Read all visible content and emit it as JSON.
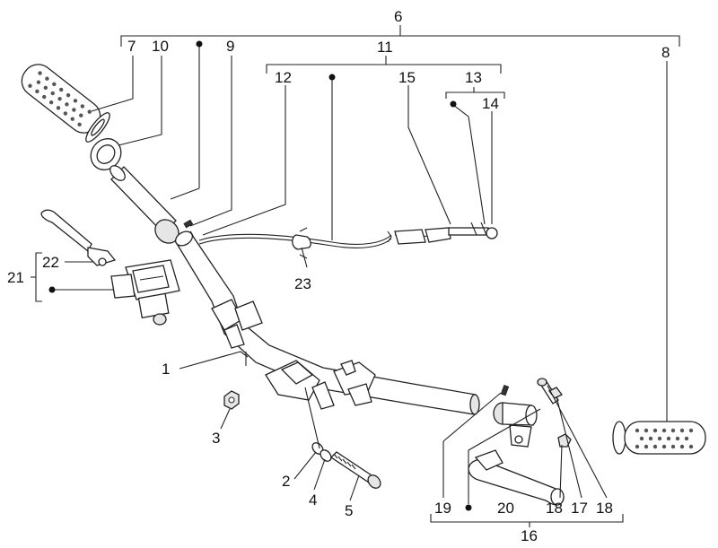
{
  "figure": {
    "labels": {
      "l1": "1",
      "l2": "2",
      "l3": "3",
      "l4": "4",
      "l5": "5",
      "l6": "6",
      "l7": "7",
      "l8": "8",
      "l9": "9",
      "l10": "10",
      "l11": "11",
      "l12": "12",
      "l13": "13",
      "l14": "14",
      "l15": "15",
      "l16": "16",
      "l17": "17",
      "l18": "18",
      "l19": "19",
      "l20": "20",
      "l21": "21",
      "l22": "22",
      "l23": "23"
    }
  }
}
